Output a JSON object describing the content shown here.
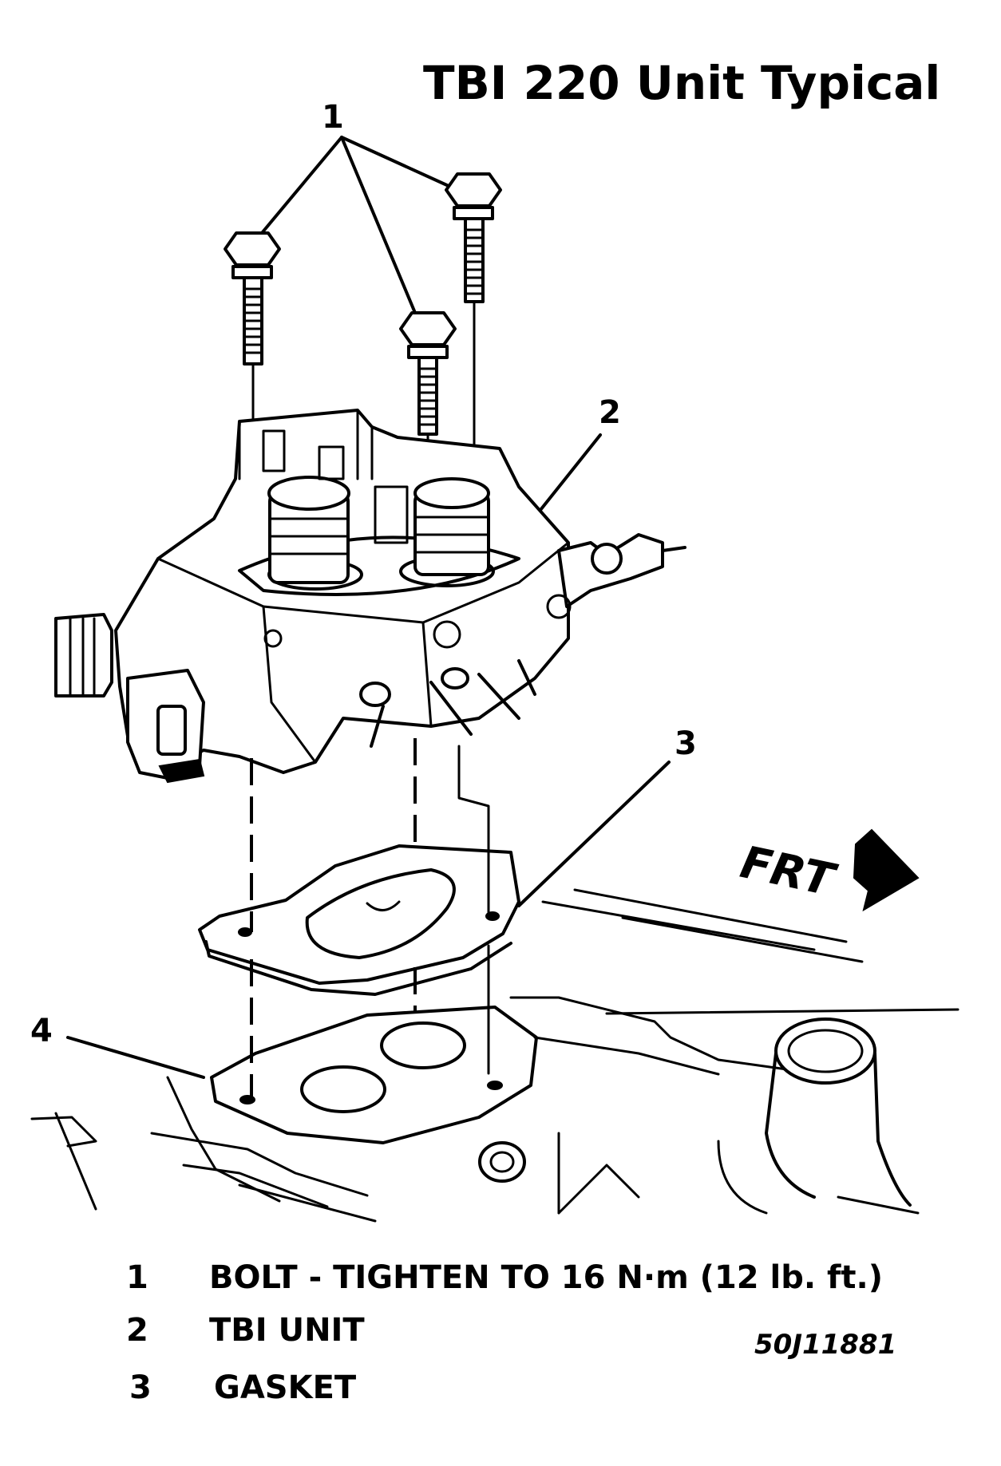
{
  "title": "TBI 220 Unit Typical",
  "callouts": [
    "1",
    "2",
    "3",
    "4"
  ],
  "direction_label": "FRT",
  "legend": [
    {
      "num": "1",
      "text": "BOLT - TIGHTEN TO 16 N·m (12 lb. ft.)"
    },
    {
      "num": "2",
      "text": "TBI UNIT"
    },
    {
      "num": "3",
      "text": "GASKET"
    }
  ],
  "figure_code": "50J11881"
}
